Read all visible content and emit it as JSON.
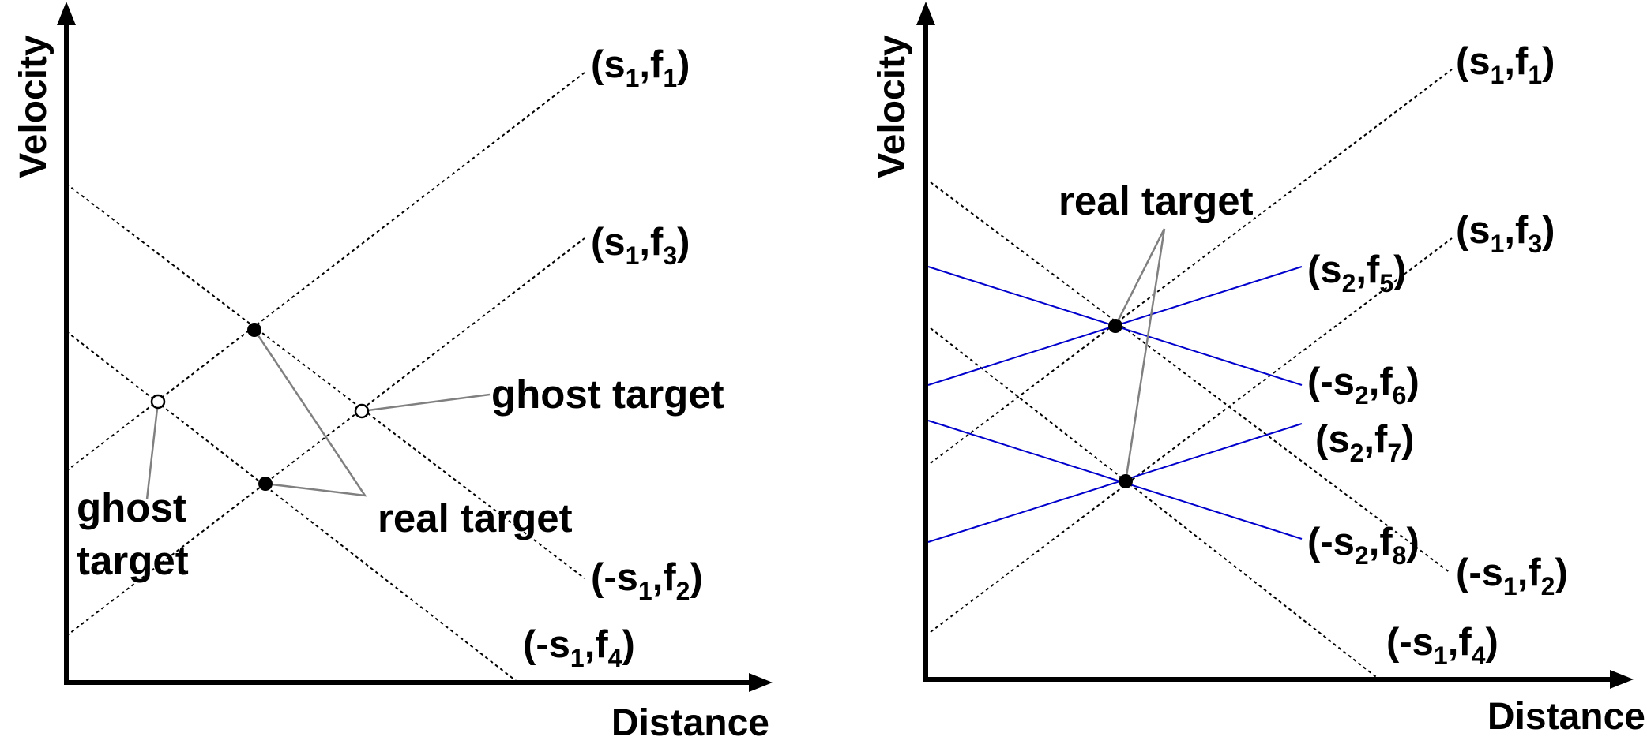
{
  "colors": {
    "axis": "#000000",
    "dotted_line": "#000000",
    "blue_line": "#0000cc",
    "leader_line": "#808080",
    "real_target_fill": "#000000",
    "ghost_target_fill": "#ffffff"
  },
  "left_panel": {
    "y_axis_title": "Velocity",
    "x_axis_title": "Distance",
    "line_labels": [
      {
        "open": "(",
        "s": "s",
        "s_sub": "1",
        "sep": ",",
        "f": "f",
        "f_sub": "1",
        "close": ")"
      },
      {
        "open": "(",
        "s": "s",
        "s_sub": "1",
        "sep": ",",
        "f": "f",
        "f_sub": "3",
        "close": ")"
      },
      {
        "open": "(-",
        "s": "s",
        "s_sub": "1",
        "sep": ",",
        "f": "f",
        "f_sub": "2",
        "close": ")"
      },
      {
        "open": "(-",
        "s": "s",
        "s_sub": "1",
        "sep": ",",
        "f": "f",
        "f_sub": "4",
        "close": ")"
      }
    ],
    "ghost_target_label_right": "ghost target",
    "ghost_target_label_left_line1": "ghost",
    "ghost_target_label_left_line2": "target",
    "real_target_label": "real target"
  },
  "right_panel": {
    "y_axis_title": "Velocity",
    "x_axis_title": "Distance",
    "line_labels": [
      {
        "open": "(",
        "s": "s",
        "s_sub": "1",
        "sep": ",",
        "f": "f",
        "f_sub": "1",
        "close": ")"
      },
      {
        "open": "(",
        "s": "s",
        "s_sub": "1",
        "sep": ",",
        "f": "f",
        "f_sub": "3",
        "close": ")"
      },
      {
        "open": "(",
        "s": "s",
        "s_sub": "2",
        "sep": ",",
        "f": "f",
        "f_sub": "5",
        "close": ")"
      },
      {
        "open": "(-",
        "s": "s",
        "s_sub": "2",
        "sep": ",",
        "f": "f",
        "f_sub": "6",
        "close": ")"
      },
      {
        "open": "(",
        "s": "s",
        "s_sub": "2",
        "sep": ",",
        "f": "f",
        "f_sub": "7",
        "close": ")"
      },
      {
        "open": "(-",
        "s": "s",
        "s_sub": "2",
        "sep": ",",
        "f": "f",
        "f_sub": "8",
        "close": ")"
      },
      {
        "open": "(-",
        "s": "s",
        "s_sub": "1",
        "sep": ",",
        "f": "f",
        "f_sub": "2",
        "close": ")"
      },
      {
        "open": "(-",
        "s": "s",
        "s_sub": "1",
        "sep": ",",
        "f": "f",
        "f_sub": "4",
        "close": ")"
      }
    ],
    "real_target_label": "real target"
  }
}
